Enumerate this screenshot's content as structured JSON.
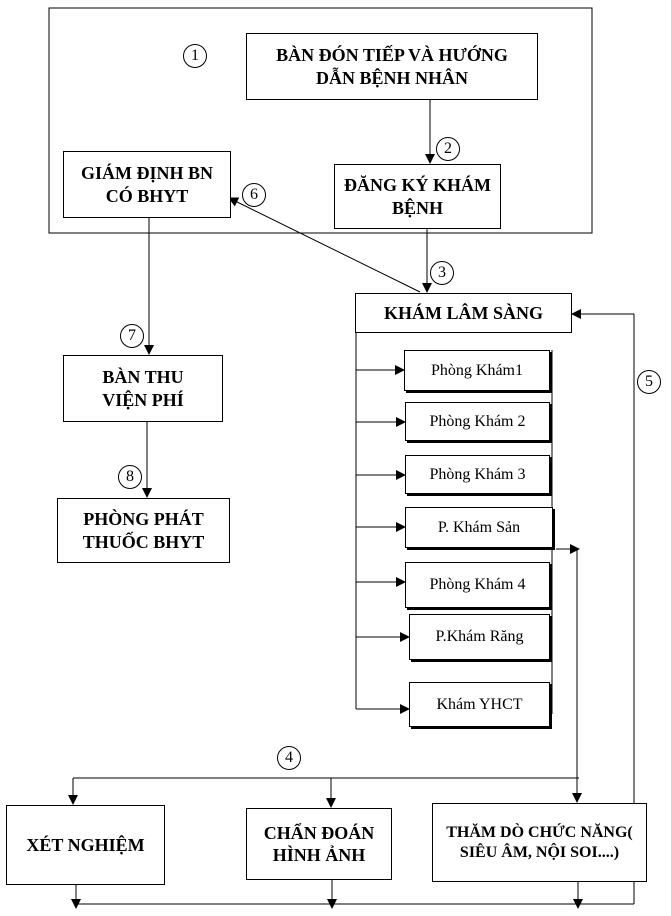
{
  "boxes": {
    "reception": "BÀN ĐÓN TIẾP VÀ HƯỚNG DẪN BỆNH NHÂN",
    "registration": "ĐĂNG KÝ KHÁM BỆNH",
    "insurance": "GIÁM ĐỊNH BN CÓ BHYT",
    "clinical": "KHÁM LÂM SÀNG",
    "cashier": "BÀN THU VIỆN PHÍ",
    "pharmacy": "PHÒNG PHÁT THUỐC BHYT",
    "lab": "XÉT NGHIỆM",
    "imaging": "CHẨN ĐOÁN HÌNH ẢNH",
    "functional": "THĂM DÒ CHỨC NĂNG( SIÊU ÂM, NỘI SOI....)"
  },
  "rooms": [
    "Phòng Khám1",
    "Phòng Khám 2",
    "Phòng Khám 3",
    "P. Khám Sản",
    "Phòng Khám 4",
    "P.Khám Răng",
    "Khám YHCT"
  ],
  "steps": [
    "1",
    "2",
    "3",
    "4",
    "5",
    "6",
    "7",
    "8"
  ]
}
